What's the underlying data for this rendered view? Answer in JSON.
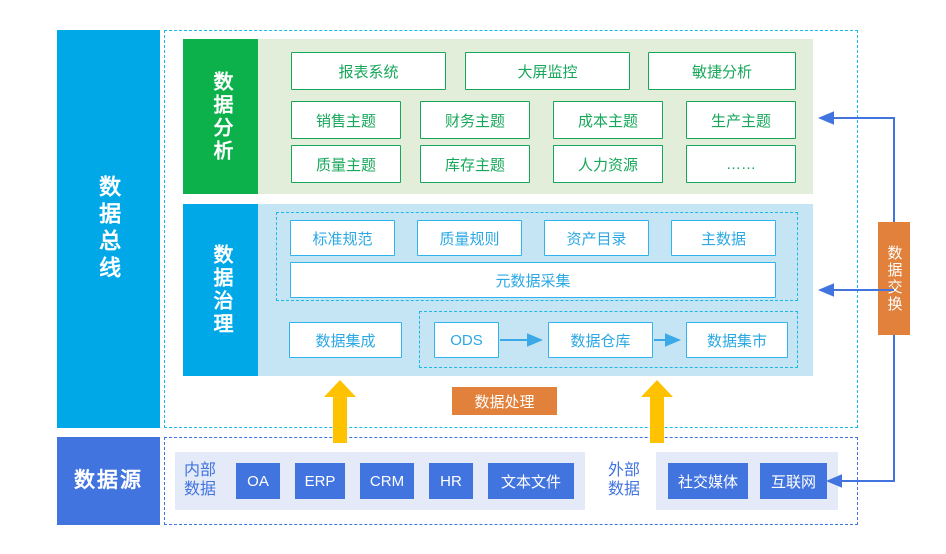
{
  "bars": {
    "data_bus": "数据总线",
    "data_source": "数据源"
  },
  "analysis": {
    "label": "数据分析",
    "row1": [
      "报表系统",
      "大屏监控",
      "敏捷分析"
    ],
    "row2": [
      "销售主题",
      "财务主题",
      "成本主题",
      "生产主题"
    ],
    "row3": [
      "质量主题",
      "库存主题",
      "人力资源",
      "……"
    ]
  },
  "governance": {
    "label": "数据治理",
    "row1": [
      "标准规范",
      "质量规则",
      "资产目录",
      "主数据"
    ],
    "metadata": "元数据采集",
    "integration": "数据集成",
    "pipeline": [
      "ODS",
      "数据仓库",
      "数据集市"
    ]
  },
  "blocks": {
    "data_processing": "数据处理",
    "data_exchange": "数据交换"
  },
  "sources": {
    "internal_label": "内部数据",
    "internal": [
      "OA",
      "ERP",
      "CRM",
      "HR",
      "文本文件"
    ],
    "external_label": "外部数据",
    "external": [
      "社交媒体",
      "互联网"
    ]
  },
  "colors": {
    "bus_blue": "#00A8E8",
    "source_blue": "#4274E0",
    "green": "#0CB14B",
    "green_panel": "#E2EEDA",
    "blue_panel": "#C5E5F5",
    "orange": "#E2813C",
    "yellow": "#FFC200",
    "box_blue_border": "#30B4EE",
    "box_green_border": "#17A75A"
  }
}
